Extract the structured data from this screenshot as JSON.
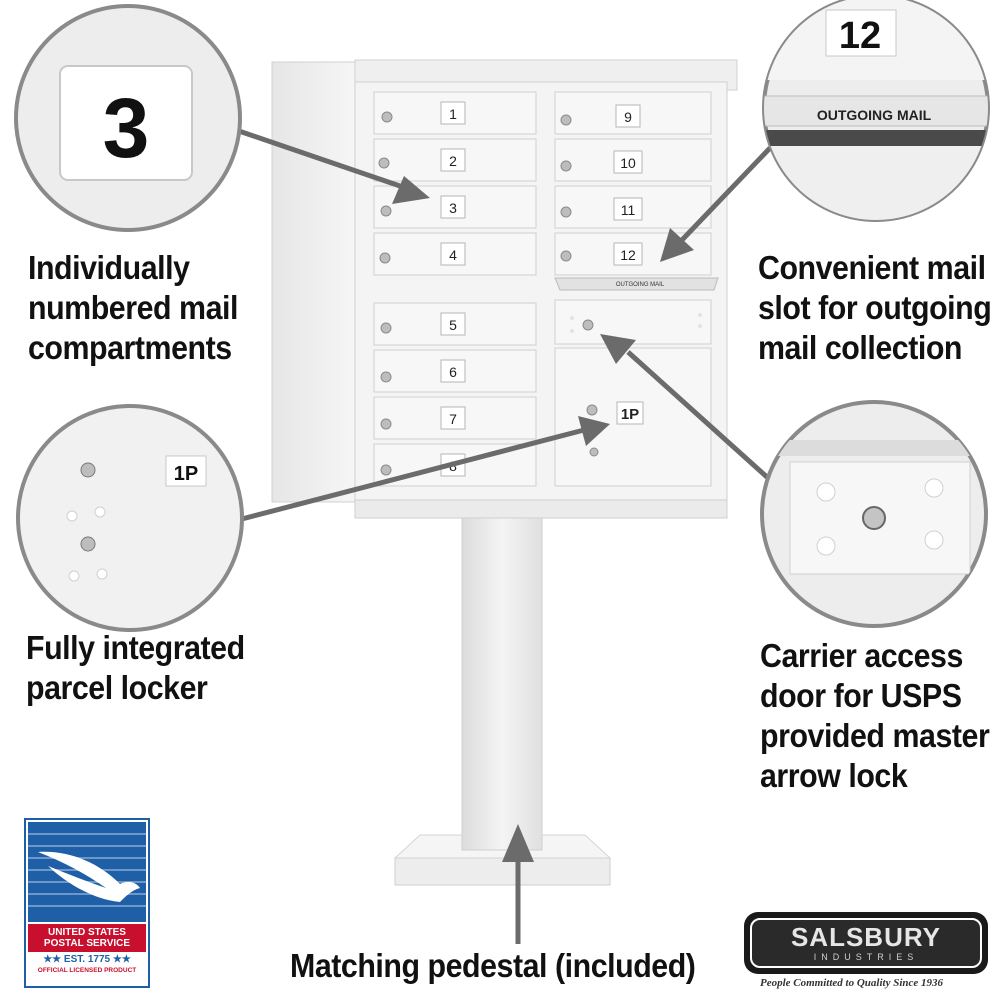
{
  "captions": {
    "numbered": [
      "Individually",
      "numbered mail",
      "compartments"
    ],
    "outgoing": [
      "Convenient mail",
      "slot for outgoing",
      "mail collection"
    ],
    "parcel": [
      "Fully integrated",
      "parcel locker"
    ],
    "carrier": [
      "Carrier access",
      "door for USPS",
      "provided master",
      "arrow lock"
    ],
    "pedestal": "Matching pedestal (included)"
  },
  "zoom": {
    "numbered_label": "3",
    "outgoing_number": "12",
    "outgoing_label": "OUTGOING MAIL",
    "parcel_label": "1P"
  },
  "mailbox": {
    "left_doors": [
      "1",
      "2",
      "3",
      "4",
      "5",
      "6",
      "7",
      "8"
    ],
    "right_doors": [
      "9",
      "10",
      "11",
      "12"
    ],
    "outgoing_slot_label": "OUTGOING MAIL",
    "parcel_label": "1P"
  },
  "usps_logo": {
    "line1": "UNITED STATES",
    "line2": "POSTAL SERVICE",
    "line3": "★★ EST. 1775 ★★",
    "line4": "OFFICIAL LICENSED PRODUCT"
  },
  "salsbury_logo": {
    "name": "SALSBURY",
    "sub": "INDUSTRIES",
    "tagline": "People Committed to Quality Since 1936"
  },
  "colors": {
    "arrow": "#6b6b6b",
    "usps_blue": "#1f5fa8",
    "usps_red": "#c8102e",
    "panel": "#f2f2f2"
  }
}
